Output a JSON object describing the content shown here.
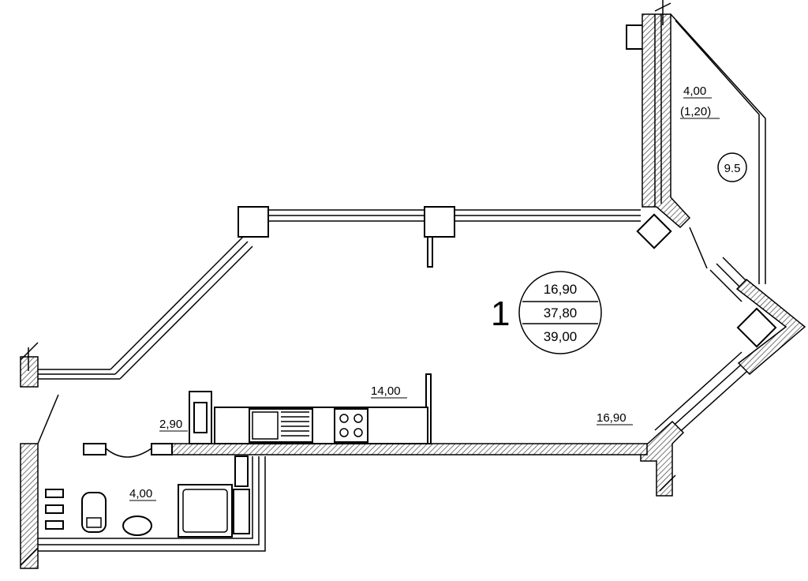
{
  "plan": {
    "room_number": "1",
    "areas_circle": {
      "living": "16,90",
      "total": "37,80",
      "total_with_balcony": "39,00"
    },
    "rooms": {
      "living_room": "16,90",
      "kitchen": "14,00",
      "hall": "2,90",
      "bathroom": "4,00",
      "balcony": "4,00",
      "balcony_reduced": "(1,20)"
    },
    "balcony_mark": "9.5"
  }
}
